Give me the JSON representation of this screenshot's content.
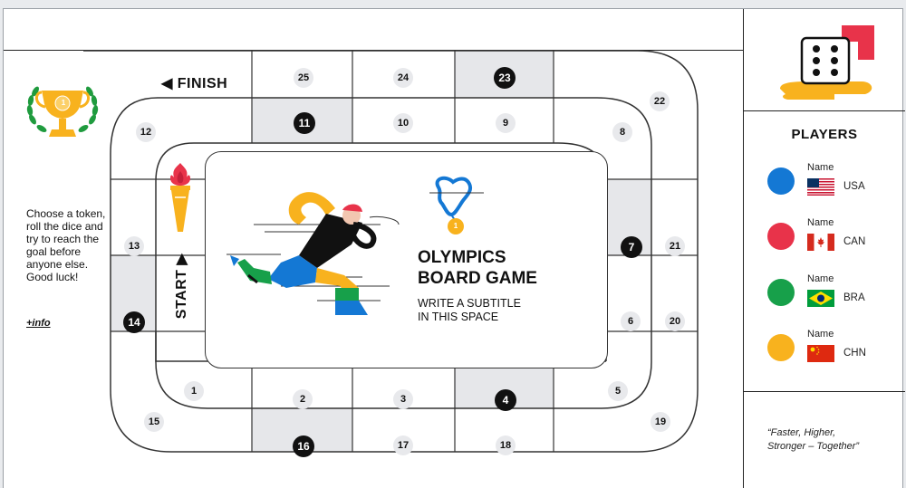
{
  "board": {
    "finish_label": "◀ FINISH",
    "start_label": "START ▶",
    "instructions": "Choose a token, roll the dice and try to reach the goal before anyone else. Good luck!",
    "info_link": "+info",
    "title": "OLYMPICS\nBOARD GAME",
    "subtitle": "WRITE A SUBTITLE\nIN THIS SPACE",
    "squares": {
      "s1": "1",
      "s2": "2",
      "s3": "3",
      "s4": "4",
      "s5": "5",
      "s6": "6",
      "s7": "7",
      "s8": "8",
      "s9": "9",
      "s10": "10",
      "s11": "11",
      "s12": "12",
      "s13": "13",
      "s14": "14",
      "s15": "15",
      "s16": "16",
      "s17": "17",
      "s18": "18",
      "s19": "19",
      "s20": "20",
      "s21": "21",
      "s22": "22",
      "s23": "23",
      "s24": "24",
      "s25": "25"
    },
    "trophy_number": "1",
    "medal_number": "1"
  },
  "players": {
    "title": "PLAYERS",
    "list": [
      {
        "name": "Name",
        "country": "USA",
        "color": "#1478d4"
      },
      {
        "name": "Name",
        "country": "CAN",
        "color": "#e8334a"
      },
      {
        "name": "Name",
        "country": "BRA",
        "color": "#17a04a"
      },
      {
        "name": "Name",
        "country": "CHN",
        "color": "#f8b21e"
      }
    ]
  },
  "quote": "“Faster, Higher,\nStronger – Together”",
  "colors": {
    "yellow": "#f8b21e",
    "red": "#e8334a",
    "blue": "#1478d4",
    "green": "#17a04a",
    "dark": "#111111"
  },
  "icons": [
    "trophy-icon",
    "dice-icon",
    "torch-icon",
    "runner-illustration",
    "medal-icon"
  ]
}
